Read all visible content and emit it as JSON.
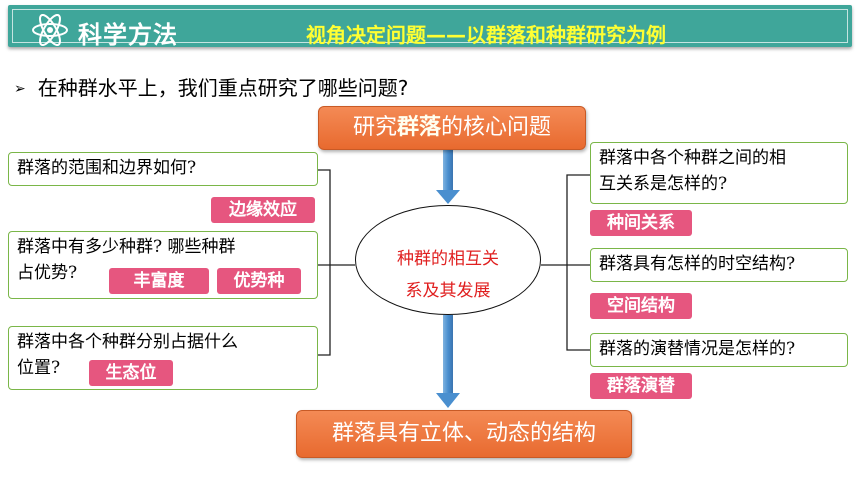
{
  "header": {
    "section_title": "科学方法",
    "slide_title": "视角决定问题——以群落和种群研究为例"
  },
  "bullet": {
    "text": "在种群水平上，我们重点研究了哪些问题?"
  },
  "diagram": {
    "top_box_prefix": "研究",
    "top_box_bold": "群落",
    "top_box_suffix": "的核心问题",
    "center_line1": "种群的相互关",
    "center_line2": "系及其发展",
    "bottom_box": "群落具有立体、动态的结构",
    "left_questions": [
      {
        "text": "群落的范围和边界如何?",
        "tags": [
          "边缘效应"
        ]
      },
      {
        "text_line1": "群落中有多少种群? 哪些种群",
        "text_line2": "占优势?",
        "tags": [
          "丰富度",
          "优势种"
        ]
      },
      {
        "text_line1": "群落中各个种群分别占据什么",
        "text_line2": "位置?",
        "tags": [
          "生态位"
        ]
      }
    ],
    "right_questions": [
      {
        "text_line1": "群落中各个种群之间的相",
        "text_line2": "互关系是怎样的?",
        "tags": [
          "种间关系"
        ]
      },
      {
        "text": "群落具有怎样的时空结构?",
        "tags": [
          "空间结构"
        ]
      },
      {
        "text": "群落的演替情况是怎样的?",
        "tags": [
          "群落演替"
        ]
      }
    ]
  },
  "colors": {
    "banner": "#3fa69a",
    "slide_title": "#ffff33",
    "orange_box": "#e86a2f",
    "question_border": "#7ab648",
    "tag": "#e6567f",
    "center_text": "#e02020",
    "arrow": "#4a8fcf"
  },
  "icons": {
    "banner_icon": "atom-icon",
    "bullet_icon": "arrow-bullet-icon"
  }
}
